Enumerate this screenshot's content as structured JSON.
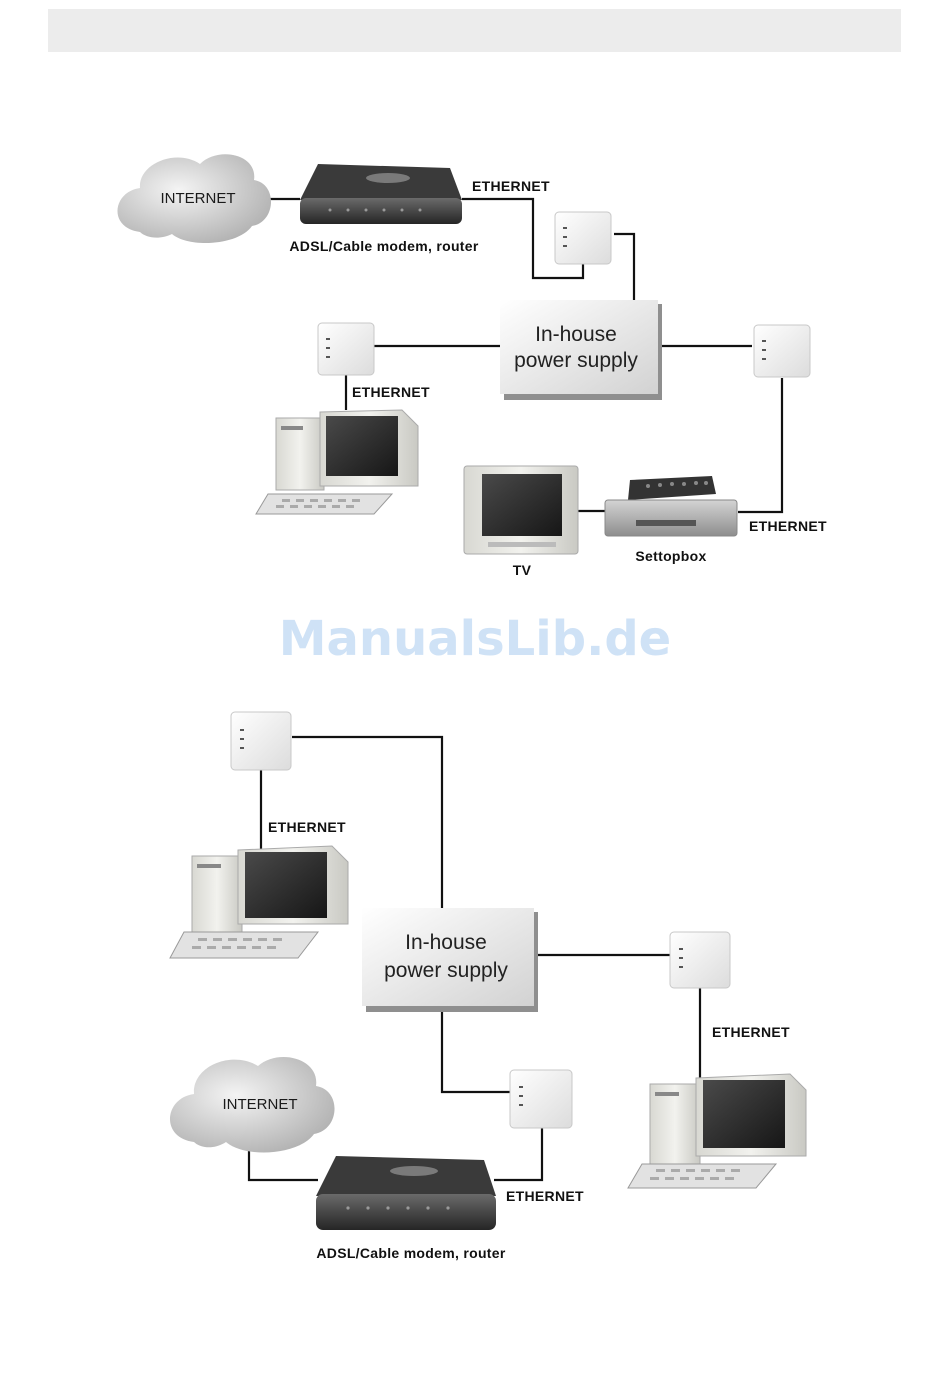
{
  "watermark": "ManualsLib.de",
  "diagram_top": {
    "internet": "INTERNET",
    "modem_label": "ADSL/Cable modem, router",
    "power_supply": {
      "line1": "In-house",
      "line2": "power supply"
    },
    "ethernet_modem": "ETHERNET",
    "ethernet_pc": "ETHERNET",
    "ethernet_settopbox": "ETHERNET",
    "tv_label": "TV",
    "settopbox_label": "Settopbox"
  },
  "diagram_bottom": {
    "internet": "INTERNET",
    "modem_label": "ADSL/Cable modem, router",
    "power_supply": {
      "line1": "In-house",
      "line2": "power supply"
    },
    "ethernet_pc_left": "ETHERNET",
    "ethernet_pc_right": "ETHERNET",
    "ethernet_modem": "ETHERNET"
  }
}
